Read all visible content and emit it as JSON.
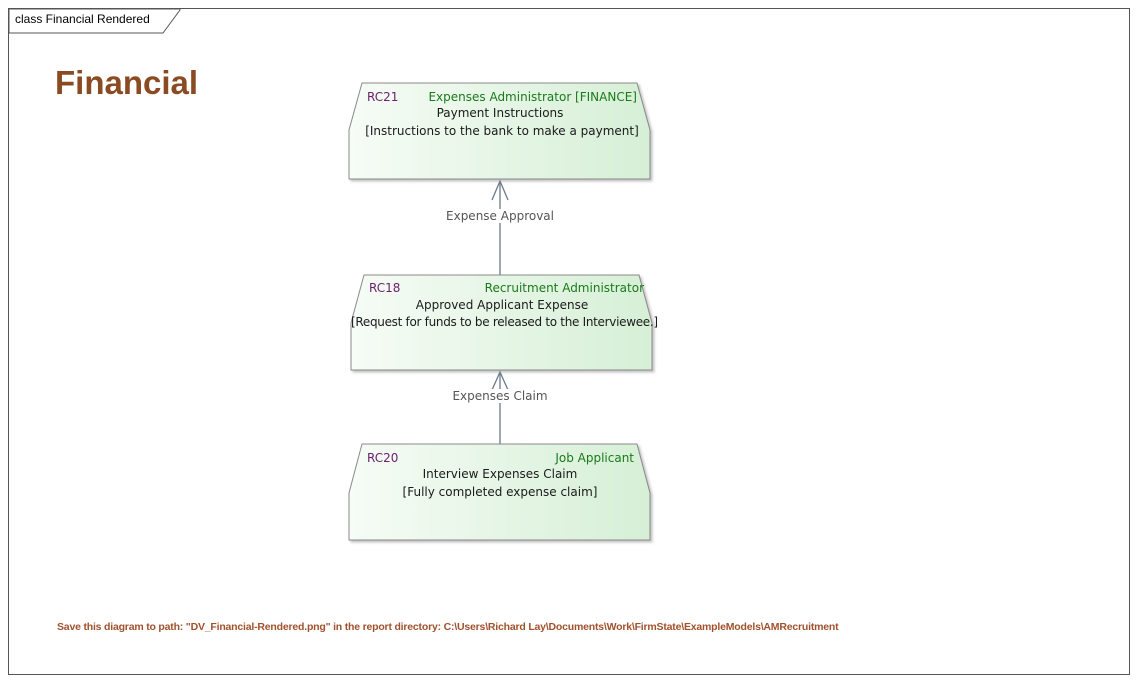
{
  "frame": {
    "label": "class Financial Rendered"
  },
  "diagram": {
    "title": "Financial"
  },
  "nodes": [
    {
      "id": "RC21",
      "role": "Expenses Administrator [FINANCE]",
      "name": "Payment Instructions",
      "description": "[Instructions to the bank to make a payment]"
    },
    {
      "id": "RC18",
      "role": "Recruitment Administrator",
      "name": "Approved Applicant Expense",
      "description": "[Request for funds to be released to the Interviewee.]"
    },
    {
      "id": "RC20",
      "role": "Job Applicant",
      "name": "Interview Expenses Claim",
      "description": "[Fully completed expense claim]"
    }
  ],
  "edges": [
    {
      "label": "Expense Approval"
    },
    {
      "label": "Expenses Claim"
    }
  ],
  "footer": {
    "note": "Save this diagram to path: \"DV_Financial-Rendered.png\"    in the report directory: C:\\Users\\Richard Lay\\Documents\\Work\\FirmState\\ExampleModels\\AMRecruitment"
  },
  "colors": {
    "node_fill_start": "#f4fbf4",
    "node_fill_end": "#d9f0d9",
    "node_border": "#8a8a8a",
    "title": "#8a4b22",
    "footer": "#a0522d"
  }
}
